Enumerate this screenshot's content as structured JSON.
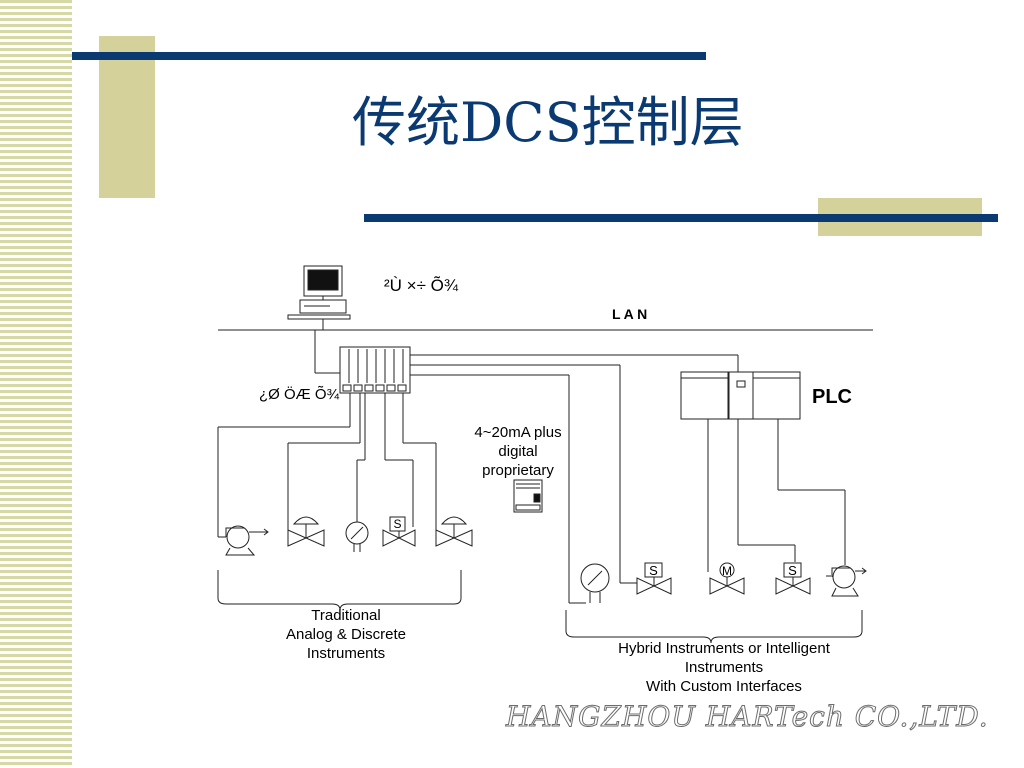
{
  "slide": {
    "title": "传统DCS控制层",
    "watermark": "HANGZHOU HARTech CO.,LTD."
  },
  "diagram": {
    "operator_station_label": "²Ù ×÷ Õ¾",
    "lan_label": "L A N",
    "control_station_label": "¿Ø ÖÆ Õ¾",
    "plc_label": "PLC",
    "signal_label": "4~20mA  plus\ndigital\nproprietary",
    "traditional_label": "Traditional\nAnalog   &   Discrete\nInstruments",
    "hybrid_label": "Hybrid  Instruments or    Intelligent\nInstruments\nWith Custom  Interfaces",
    "valve_s_label": "S",
    "valve_m_label": "M"
  },
  "colors": {
    "navy": "#0b3a73",
    "khaki": "#d4d29a",
    "stripe": "#d6d9a6"
  }
}
